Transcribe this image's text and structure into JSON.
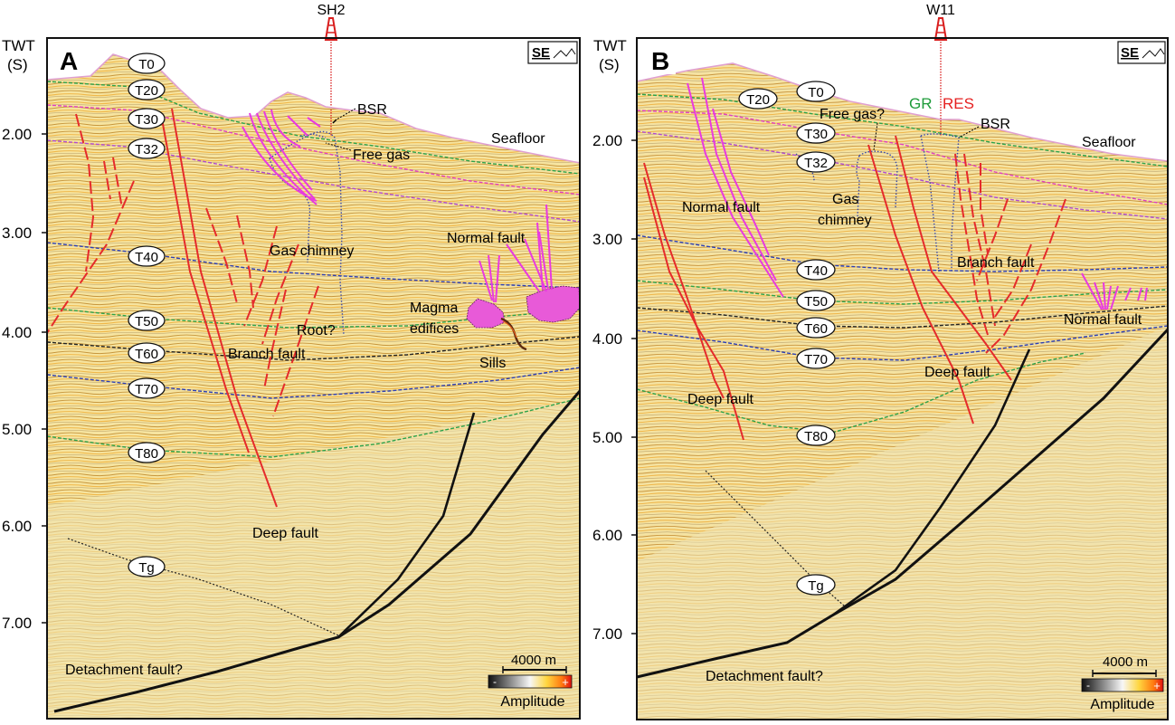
{
  "axis": {
    "title_line1": "TWT",
    "title_line2": "(S)"
  },
  "colors": {
    "horizon_magenta": "#e040c0",
    "horizon_green": "#2da24a",
    "horizon_blue": "#2d3fb4",
    "horizon_black": "#222222",
    "fault_red": "#e52b2b",
    "fault_magenta": "#e83ae0",
    "magma_fill": "#e85ad8",
    "chimney": "#3949ab",
    "well_red": "#d91d1d",
    "gr_label": "#1e9b3a",
    "res_label": "#e52020"
  },
  "panelA": {
    "letter": "A",
    "well": "SH2",
    "orientation": "SE",
    "ticks": [
      "2.00",
      "3.00",
      "4.00",
      "5.00",
      "6.00",
      "7.00"
    ],
    "horizons": [
      "T0",
      "T20",
      "T30",
      "T32",
      "T40",
      "T50",
      "T60",
      "T70",
      "T80",
      "Tg"
    ],
    "labels": {
      "seafloor": "Seafloor",
      "bsr": "BSR",
      "free_gas": "Free gas",
      "gas_chimney": "Gas chimney",
      "normal_fault": "Normal fault",
      "magma_1": "Magma",
      "magma_2": "edifices",
      "root": "Root?",
      "branch_fault": "Branch fault",
      "sills": "Sills",
      "deep_fault": "Deep fault",
      "detachment": "Detachment fault?"
    },
    "scale": "4000 m",
    "amplitude": "Amplitude",
    "amp_minus": "-",
    "amp_plus": "+"
  },
  "panelB": {
    "letter": "B",
    "well": "W11",
    "orientation": "SE",
    "ticks": [
      "2.00",
      "3.00",
      "4.00",
      "5.00",
      "6.00",
      "7.00"
    ],
    "horizons": [
      "T0",
      "T20",
      "T30",
      "T32",
      "T40",
      "T50",
      "T60",
      "T70",
      "T80",
      "Tg"
    ],
    "labels": {
      "seafloor": "Seafloor",
      "bsr": "BSR",
      "free_gas": "Free gas?",
      "gr": "GR",
      "res": "RES",
      "normal_fault_left": "Normal fault",
      "gas_1": "Gas",
      "gas_2": "chimney",
      "branch_fault": "Branch fault",
      "normal_fault_right": "Normal fault",
      "deep_fault_left": "Deep fault",
      "deep_fault_right": "Deep fault",
      "detachment": "Detachment fault?"
    },
    "scale": "4000 m",
    "amplitude": "Amplitude",
    "amp_minus": "-",
    "amp_plus": "+"
  }
}
